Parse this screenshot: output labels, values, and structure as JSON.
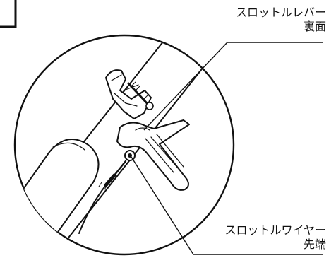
{
  "labels": {
    "throttle_lever": {
      "line1": "スロットルレバー",
      "line2": "裏面"
    },
    "throttle_wire": {
      "line1": "スロットルワイヤー",
      "line2": "先端"
    }
  },
  "colors": {
    "ink": "#111111",
    "paper": "#ffffff"
  }
}
